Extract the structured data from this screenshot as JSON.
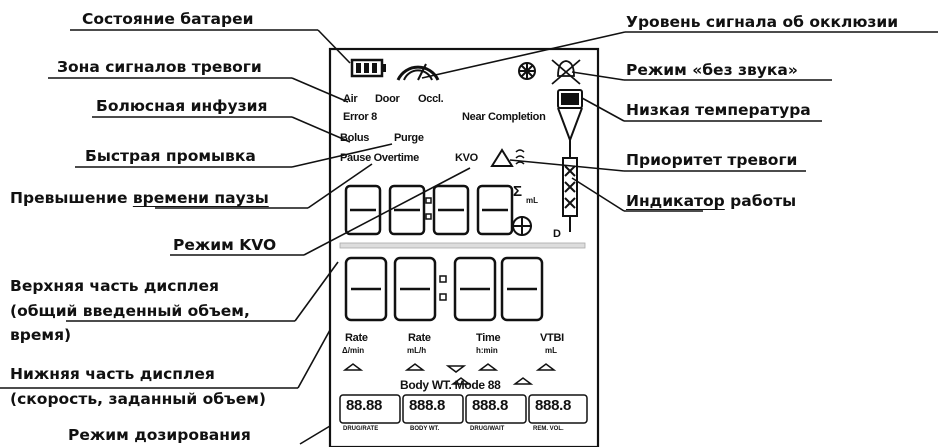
{
  "labels": {
    "battery": "Состояние батареи",
    "alarm_zone": "Зона сигналов тревоги",
    "bolus": "Болюсная инфузия",
    "purge": "Быстрая промывка",
    "pause_prefix": "Превышение ",
    "pause_ul": "времени паузы",
    "kvo": "Режим KVO",
    "upper_l1": "Верхняя часть дисплея",
    "upper_l2": "(общий введенный объем,",
    "upper_l3": "время)",
    "lower_l1": "Нижняя часть дисплея",
    "lower_l2": "(скорость, заданный объем)",
    "dose": "Режим дозирования",
    "occlusion": "Уровень сигнала об окклюзии",
    "silent": "Режим «без звука»",
    "low_temp": "Низкая температура",
    "priority": "Приоритет тревоги",
    "work_ul": "Индикатор",
    "work_rest": " работы"
  },
  "lcd": {
    "air": "Air",
    "door": "Door",
    "occl": "Occl.",
    "error": "Error 8",
    "near": "Near Completion",
    "bolus": "Bolus",
    "purge": "Purge",
    "pause": "Pause Overtime",
    "kvo": "KVO",
    "sigma": "Σ",
    "ml": "mL",
    "d": "D",
    "rate1": "Rate",
    "rate1_unit": "Δ/min",
    "rate2": "Rate",
    "rate2_unit": "mL/h",
    "time": "Time",
    "time_unit": "h:min",
    "vtbi": "VTBI",
    "vtbi_unit": "mL",
    "body": "Body WT. Mode 88",
    "seg1": "88.88",
    "seg2": "888.8",
    "seg3": "888.8",
    "seg4": "888.8",
    "sub1": "DRUG/RATE",
    "sub2": "BODY WT.",
    "sub3": "DRUG/WAIT",
    "sub4": "REM. VOL."
  }
}
